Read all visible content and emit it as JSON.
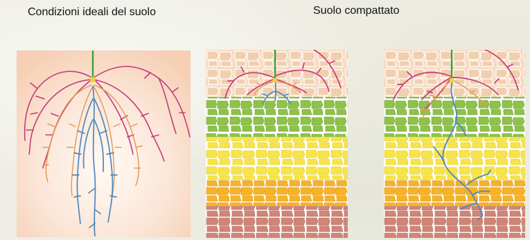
{
  "labels": {
    "ideal": "Condizioni ideali del suolo",
    "compacted": "Suolo compattato"
  },
  "colors": {
    "stem": "#3aa13a",
    "root_magenta": "#c83a78",
    "root_orange": "#e39a5a",
    "root_blue": "#4f86bd",
    "root_origin": "#f2d22a",
    "soil_topsoil": "#f4d6bc",
    "soil_green": "#8fc24a",
    "soil_yellow": "#f6e44a",
    "soil_orange": "#f5b32a",
    "soil_brown": "#cf8577",
    "ideal_background": "#f8d9c4"
  },
  "panels": [
    {
      "id": "ideal",
      "caption_ref": "labels.ideal"
    },
    {
      "id": "compacted-shallow",
      "caption_ref": "labels.compacted"
    },
    {
      "id": "compacted-deep",
      "caption_ref": "labels.compacted"
    }
  ]
}
